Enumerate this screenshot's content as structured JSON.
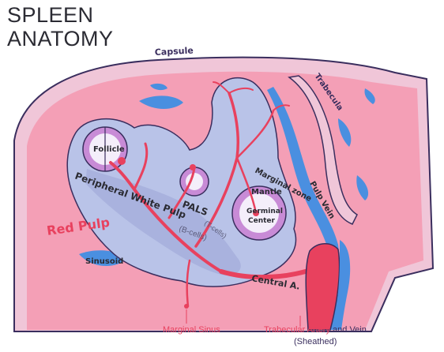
{
  "title": {
    "line1": "SPLEEN",
    "line2": "ANATOMY"
  },
  "labels": {
    "capsule": "Capsule",
    "trabecula": "Trabecula",
    "follicle": "Follicle",
    "marginal_zone": "Marginal zone",
    "mantle": "Mantle",
    "germinal_center_1": "Germinal",
    "germinal_center_2": "Center",
    "pulp_vein": "Pulp Vein",
    "peripheral_white_pulp": "Peripheral White Pulp",
    "b_cells": "(B-cells)",
    "pals": "PALS",
    "t_cells": "(T-cells)",
    "red_pulp": "Red Pulp",
    "sinusoid": "Sinusoid",
    "central_a": "Central A.",
    "marginal_sinus": "Marginal Sinus",
    "trabecular_artery": "Trabecular Artery",
    "and_vein": "and Vein",
    "sheathed": "(Sheathed)"
  },
  "colors": {
    "red_pulp": "#f49fb6",
    "capsule": "#f0c6d8",
    "white_pulp": "#b9c3e8",
    "pals_inner": "#a9b2de",
    "artery": "#e8415e",
    "vein": "#4a8fe0",
    "follicle": "#c88bd6",
    "outline": "#3a2e5e"
  }
}
